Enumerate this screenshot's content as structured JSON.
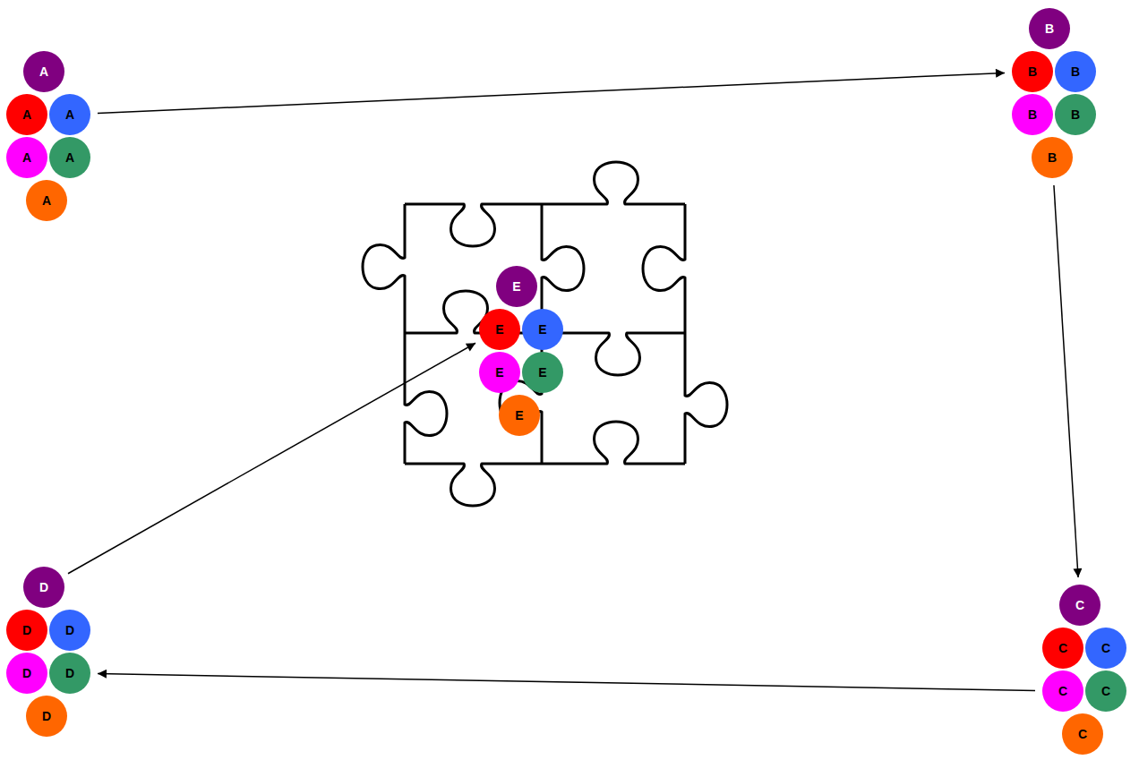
{
  "diagram": {
    "nodes": [
      {
        "text": [
          "A"
        ]
      },
      {
        "text": [
          "A"
        ]
      },
      {
        "text": [
          "A"
        ]
      },
      {
        "text": [
          "A"
        ]
      },
      {
        "text": [
          "A"
        ]
      },
      {
        "text": [
          "A"
        ]
      },
      {
        "text": [
          "B"
        ]
      },
      {
        "text": [
          "B"
        ]
      },
      {
        "text": [
          "B"
        ]
      },
      {
        "text": [
          "B"
        ]
      },
      {
        "text": [
          "B"
        ]
      },
      {
        "text": [
          "B"
        ]
      },
      {
        "text": [
          "C"
        ]
      },
      {
        "text": [
          "C"
        ]
      },
      {
        "text": [
          "C"
        ]
      },
      {
        "text": [
          "C"
        ]
      },
      {
        "text": [
          "C"
        ]
      },
      {
        "text": [
          "C"
        ]
      },
      {
        "text": [
          "D"
        ]
      },
      {
        "text": [
          "D"
        ]
      },
      {
        "text": [
          "D"
        ]
      },
      {
        "text": [
          "D"
        ]
      },
      {
        "text": [
          "D"
        ]
      },
      {
        "text": [
          "D"
        ]
      },
      {
        "text": [
          "E"
        ]
      },
      {
        "text": [
          "E"
        ]
      },
      {
        "text": [
          "E"
        ]
      },
      {
        "text": [
          "E"
        ]
      },
      {
        "text": [
          "E"
        ]
      },
      {
        "text": [
          "E"
        ]
      }
    ],
    "edges": [
      {
        "from": 2,
        "to": 7,
        "arrow": "to"
      },
      {
        "from": 11,
        "to": 12,
        "arrow": "to"
      },
      {
        "from": 15,
        "to": 22,
        "arrow": "to"
      },
      {
        "from": 18,
        "to": 25,
        "arrow": "to"
      }
    ]
  }
}
